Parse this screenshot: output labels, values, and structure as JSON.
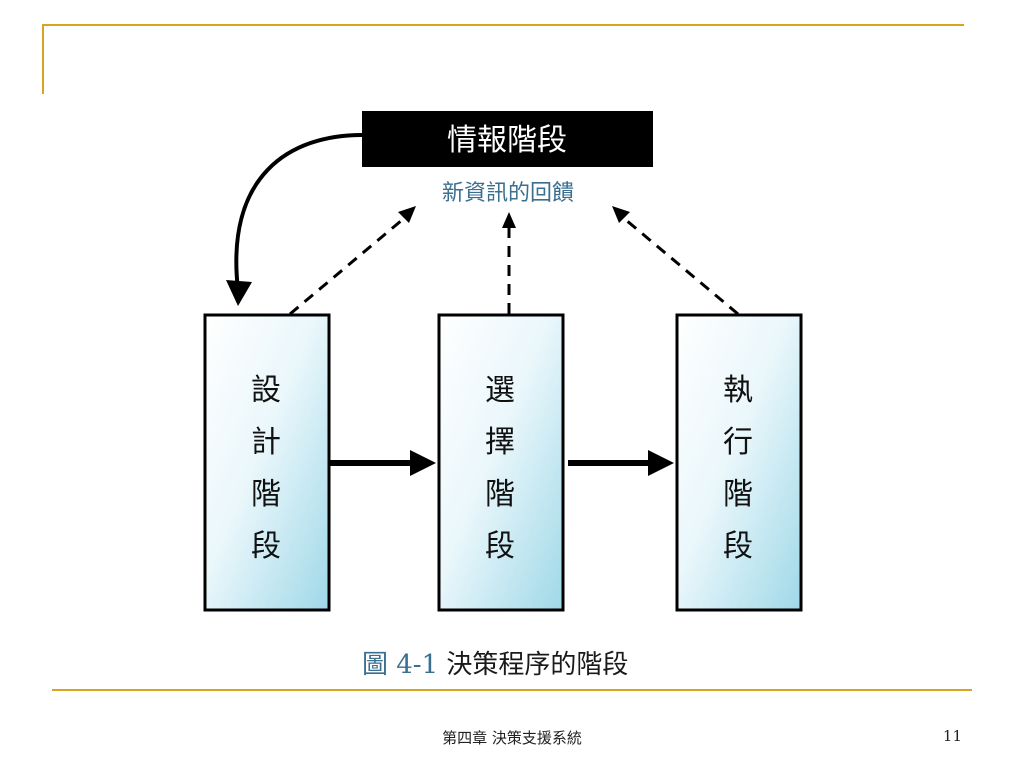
{
  "diagram": {
    "top_box": "情報階段",
    "feedback_label": "新資訊的回饋",
    "stages": [
      {
        "chars": [
          "設",
          "計",
          "階",
          "段"
        ]
      },
      {
        "chars": [
          "選",
          "擇",
          "階",
          "段"
        ]
      },
      {
        "chars": [
          "執",
          "行",
          "階",
          "段"
        ]
      }
    ]
  },
  "caption": {
    "figure": "圖 4-1",
    "text": "決策程序的階段"
  },
  "footer": {
    "chapter": "第四章 決策支援系統",
    "page": "11"
  }
}
